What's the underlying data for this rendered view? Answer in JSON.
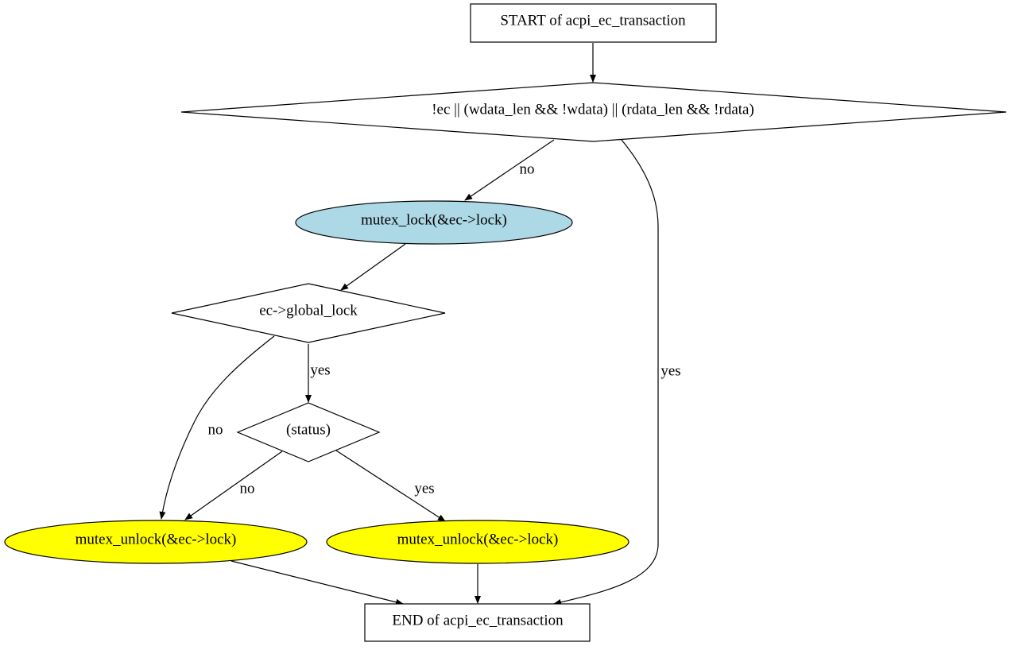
{
  "nodes": {
    "start": {
      "label": "START of acpi_ec_transaction"
    },
    "cond_args": {
      "label": "!ec || (wdata_len && !wdata) || (rdata_len && !rdata)"
    },
    "mutex_lock": {
      "label": "mutex_lock(&ec->lock)",
      "fill": "#add8e6"
    },
    "cond_global_lock": {
      "label": "ec->global_lock"
    },
    "cond_status": {
      "label": "(status)"
    },
    "unlock_left": {
      "label": "mutex_unlock(&ec->lock)",
      "fill": "#ffff00"
    },
    "unlock_right": {
      "label": "mutex_unlock(&ec->lock)",
      "fill": "#ffff00"
    },
    "end": {
      "label": "END of acpi_ec_transaction"
    }
  },
  "edges": {
    "args_no": {
      "label": "no"
    },
    "args_yes": {
      "label": "yes"
    },
    "global_yes": {
      "label": "yes"
    },
    "global_no": {
      "label": "no"
    },
    "status_no": {
      "label": "no"
    },
    "status_yes": {
      "label": "yes"
    }
  },
  "colors": {
    "stroke": "#000000",
    "background": "#ffffff"
  }
}
